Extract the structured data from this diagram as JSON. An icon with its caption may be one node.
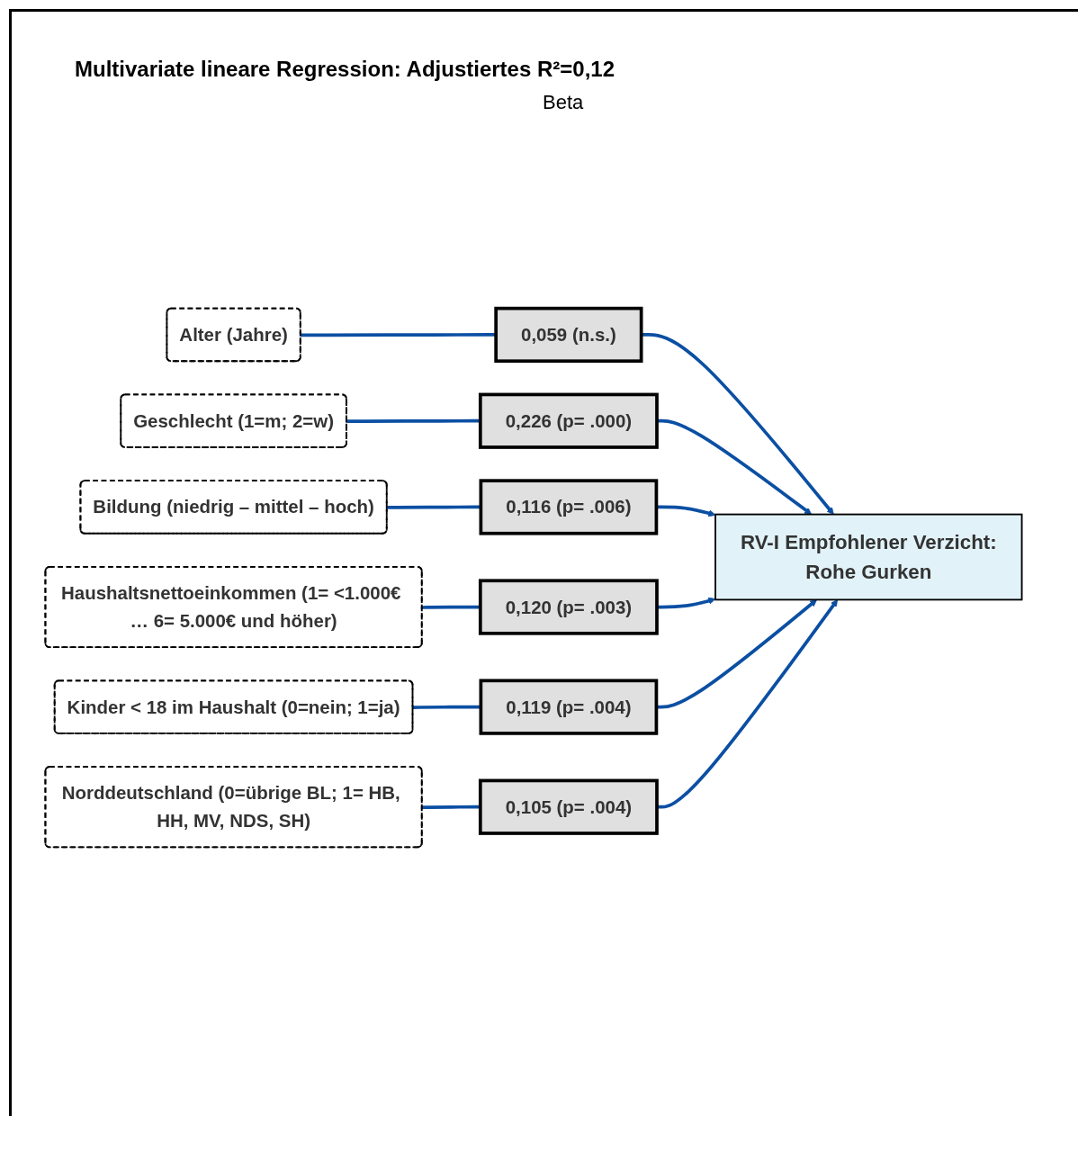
{
  "diagram": {
    "title": "Multivariate lineare Regression: Adjustiertes R²=0,12",
    "nodes": [
      {
        "text": [
          "Alter (Jahre)"
        ]
      },
      {
        "text": [
          "Geschlecht (1=m; 2=w)"
        ]
      },
      {
        "text": [
          "Bildung (niedrig – mittel – hoch)"
        ]
      },
      {
        "text": [
          "Haushaltsnettoeinkommen (1= <1.000€ … 6= 5.000€ und höher)"
        ]
      },
      {
        "text": [
          "Kinder < 18 im Haushalt (0=nein; 1=ja)"
        ]
      },
      {
        "text": [
          "Norddeutschland (0=übrige BL; 1= HB, HH, MV, NDS, SH)"
        ]
      },
      {
        "text": [
          "0,059 (n.s.)"
        ]
      },
      {
        "text": [
          "0,226 (p= .000)"
        ]
      },
      {
        "text": [
          "0,116 (p= .006)"
        ]
      },
      {
        "text": [
          "0,120 (p= .003)"
        ]
      },
      {
        "text": [
          "0,119 (p= .004)"
        ]
      },
      {
        "text": [
          "0,105 (p= .004)"
        ]
      },
      {
        "text": [
          "RV-I Empfohlener Verzicht:",
          "Rohe Gurken"
        ]
      }
    ],
    "edges": [
      {
        "from": 0,
        "to": 6,
        "arrow": "none"
      },
      {
        "from": 1,
        "to": 7,
        "arrow": "none"
      },
      {
        "from": 2,
        "to": 8,
        "arrow": "none"
      },
      {
        "from": 3,
        "to": 9,
        "arrow": "none"
      },
      {
        "from": 4,
        "to": 10,
        "arrow": "none"
      },
      {
        "from": 5,
        "to": 11,
        "arrow": "none"
      },
      {
        "from": 6,
        "to": 12,
        "arrow": "to"
      },
      {
        "from": 7,
        "to": 12,
        "arrow": "to"
      },
      {
        "from": 8,
        "to": 12,
        "arrow": "to"
      },
      {
        "from": 9,
        "to": 12,
        "arrow": "to"
      },
      {
        "from": 10,
        "to": 12,
        "arrow": "to"
      },
      {
        "from": 11,
        "to": 12,
        "arrow": "to"
      }
    ],
    "labels": [
      "Beta"
    ]
  }
}
